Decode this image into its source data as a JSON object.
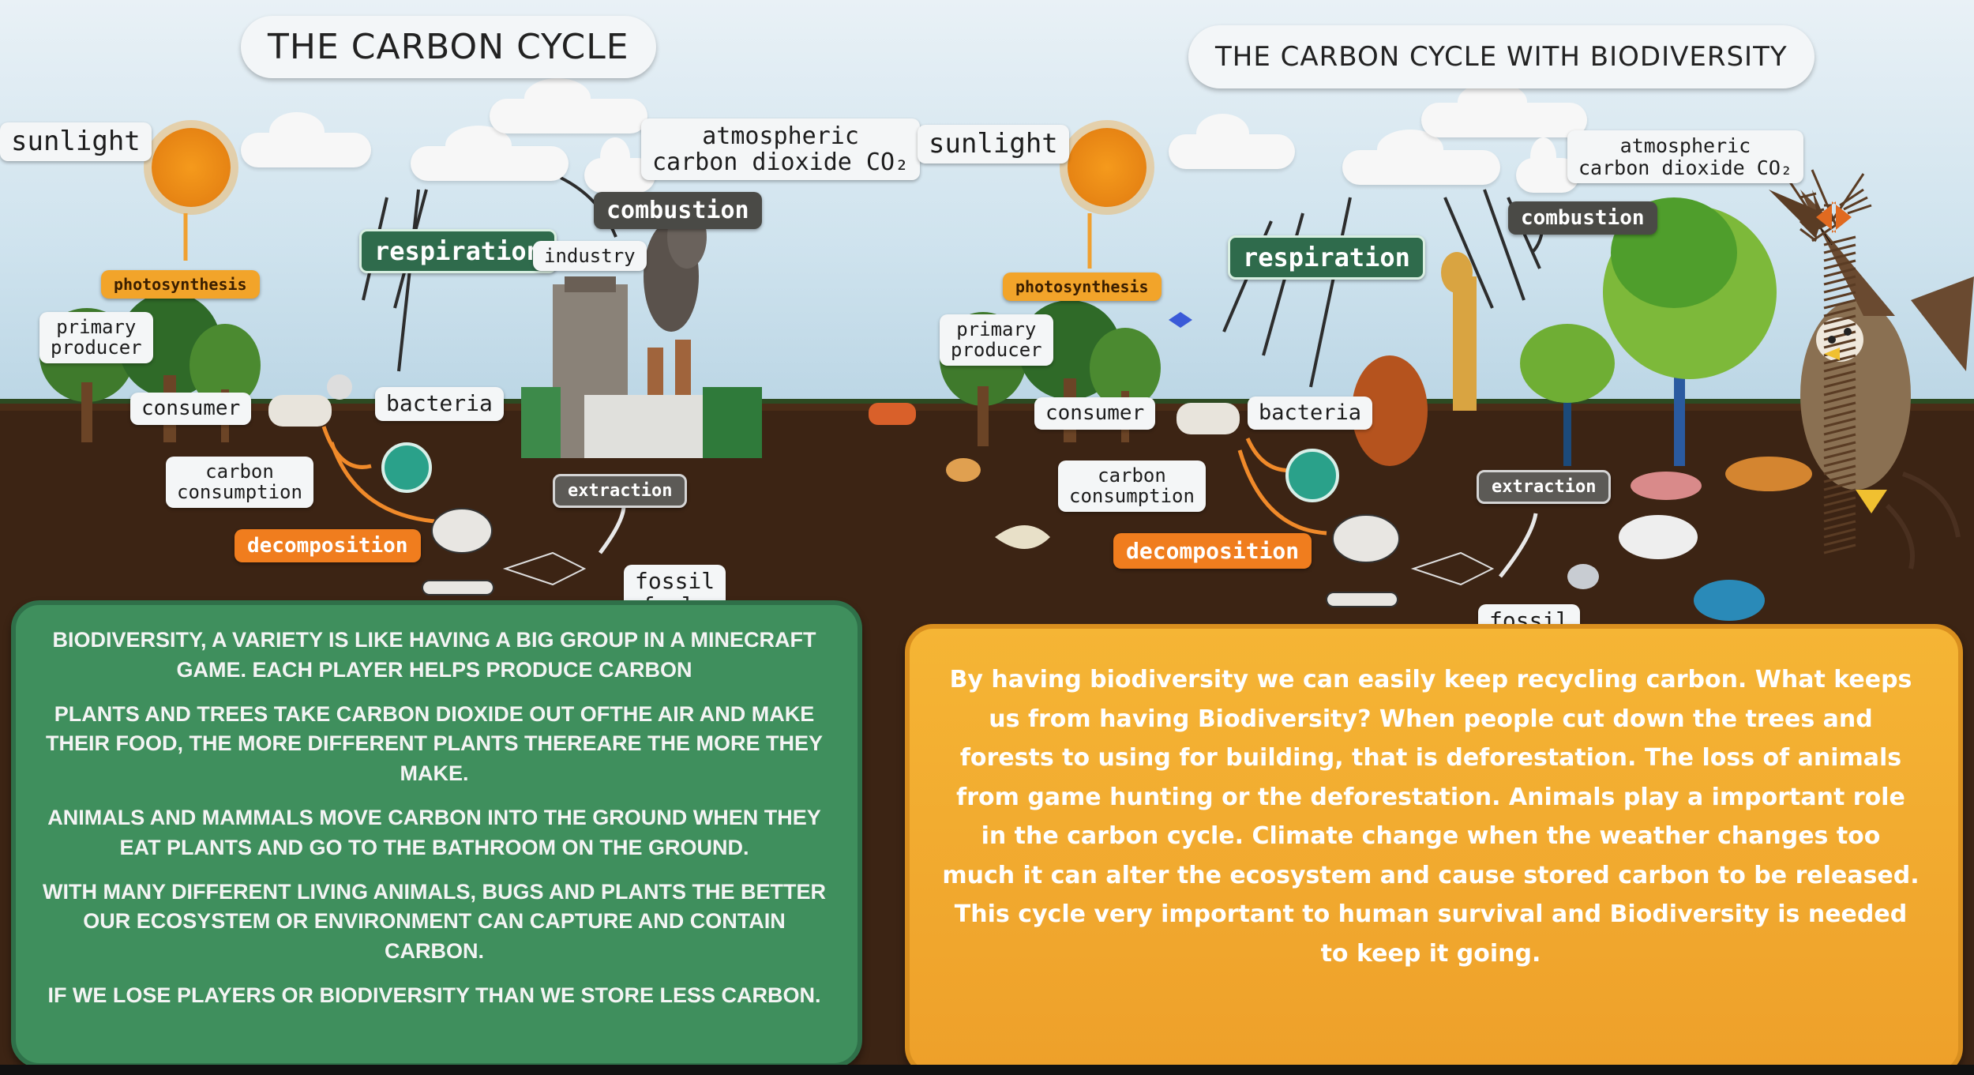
{
  "left_diagram": {
    "title": "THE CARBON CYCLE",
    "sunlight": "sunlight",
    "atmospheric": "atmospheric\ncarbon dioxide CO₂",
    "combustion": "combustion",
    "respiration": "respiration",
    "industry": "industry",
    "photosynthesis": "photosynthesis",
    "primary_producer": "primary\nproducer",
    "consumer": "consumer",
    "bacteria": "bacteria",
    "carbon_consumption": "carbon\nconsumption",
    "decomposition": "decomposition",
    "extraction": "extraction",
    "fossil_fuels": "fossil\nfuels"
  },
  "right_diagram": {
    "title": "THE CARBON CYCLE WITH BIODIVERSITY",
    "sunlight": "sunlight",
    "atmospheric": "atmospheric\ncarbon dioxide CO₂",
    "combustion": "combustion",
    "respiration": "respiration",
    "photosynthesis": "photosynthesis",
    "primary_producer": "primary\nproducer",
    "consumer": "consumer",
    "bacteria": "bacteria",
    "carbon_consumption": "carbon\nconsumption",
    "decomposition": "decomposition",
    "extraction": "extraction",
    "fossil_fuels": "fossil\nfuels"
  },
  "green_panel": {
    "p1": "BIODIVERSITY, A VARIETY IS LIKE HAVING A BIG GROUP IN A MINECRAFT GAME. EACH PLAYER HELPS PRODUCE CARBON",
    "p2": "PLANTS AND TREES TAKE CARBON DIOXIDE OUT OFTHE AIR AND MAKE THEIR FOOD, THE MORE DIFFERENT PLANTS THEREARE THE MORE THEY MAKE.",
    "p3": "ANIMALS AND MAMMALS MOVE CARBON INTO THE GROUND WHEN THEY EAT PLANTS AND GO TO THE BATHROOM ON THE GROUND.",
    "p4": "WITH MANY DIFFERENT LIVING ANIMALS, BUGS AND PLANTS THE BETTER OUR ECOSYSTEM OR ENVIRONMENT CAN CAPTURE AND CONTAIN CARBON.",
    "p5": "IF WE LOSE PLAYERS OR BIODIVERSITY THAN WE STORE LESS CARBON."
  },
  "orange_panel": {
    "text": "By having biodiversity we can easily keep recycling carbon. What keeps us from having Biodiversity? When people cut down the trees and forests to using for building, that is deforestation. The loss of animals from game hunting or the deforestation. Animals play a important role in the carbon cycle. Climate change when the weather changes too much it can alter the ecosystem and cause stored carbon to be released. This cycle very important to human survival and Biodiversity is needed to keep it going."
  },
  "colors": {
    "green_panel": "#3f8f5d",
    "orange_panel": "#f5b535",
    "respiration_tag": "#2f6b4c",
    "decomposition_tag": "#f07d1e",
    "photosynthesis_tag": "#f2a42a"
  }
}
